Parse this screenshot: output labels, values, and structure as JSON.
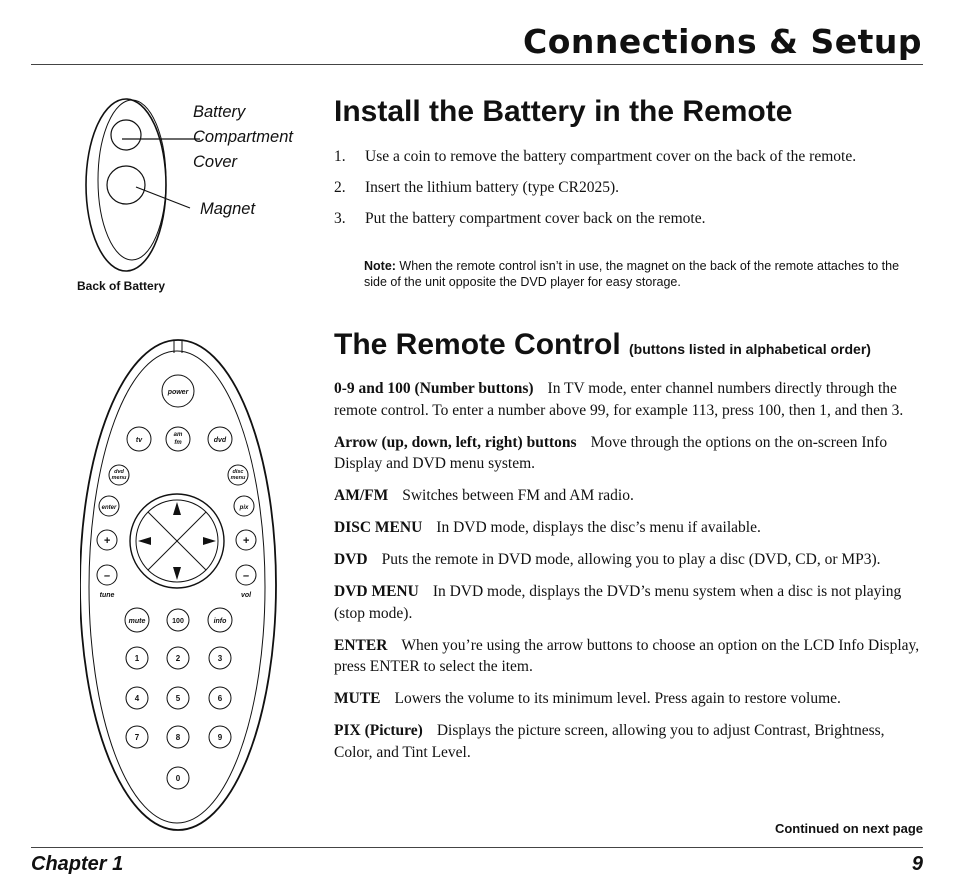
{
  "header": {
    "title": "Connections & Setup"
  },
  "battery_section": {
    "heading": "Install the Battery in the Remote",
    "steps": [
      {
        "num": "1.",
        "text": "Use a coin to remove the battery compartment cover on the back of the remote."
      },
      {
        "num": "2.",
        "text": "Insert the lithium battery (type CR2025)."
      },
      {
        "num": "3.",
        "text": "Put the battery compartment cover back on the remote."
      }
    ],
    "note_label": "Note:",
    "note_text": " When the remote control isn’t in use, the magnet on the back of the remote attaches to the side of the unit opposite the DVD player for easy storage."
  },
  "figure_back": {
    "callout_cover_1": "Battery",
    "callout_cover_2": "Compartment",
    "callout_cover_3": "Cover",
    "callout_magnet": "Magnet",
    "caption": "Back of Battery"
  },
  "remote_section": {
    "heading": "The Remote Control",
    "subheading": "(buttons listed in alphabetical order)",
    "items": [
      {
        "term": "0-9 and 100 (Number buttons)",
        "desc": "In TV mode, enter channel numbers directly through the remote control. To enter a number above 99, for example 113, press 100, then 1, and then 3."
      },
      {
        "term": "Arrow (up, down, left, right) buttons",
        "desc": "Move through the options on the on-screen Info Display and DVD menu system."
      },
      {
        "term": "AM/FM",
        "desc": "Switches between FM and AM radio."
      },
      {
        "term": "DISC MENU",
        "desc": "In DVD mode, displays the disc’s menu if available."
      },
      {
        "term": "DVD",
        "desc": "Puts the remote in DVD mode, allowing you to play a disc (DVD, CD, or MP3)."
      },
      {
        "term": "DVD MENU",
        "desc": "In DVD mode, displays the DVD’s menu system when a disc is not playing (stop mode)."
      },
      {
        "term": "ENTER",
        "desc": "When you’re using the arrow buttons to choose an option on the LCD Info Display, press ENTER to select the item."
      },
      {
        "term": "MUTE",
        "desc": "Lowers the volume to its minimum level. Press again to restore volume."
      },
      {
        "term": "PIX (Picture)",
        "desc": "Displays the picture screen, allowing you to adjust Contrast, Brightness, Color, and Tint Level."
      }
    ],
    "continued": "Continued on next page"
  },
  "remote_buttons": {
    "power": "power",
    "tv": "tv",
    "am": "am",
    "fm": "fm",
    "dvd": "dvd",
    "dvd_menu_1": "dvd",
    "dvd_menu_2": "menu",
    "disc_menu_1": "disc",
    "disc_menu_2": "menu",
    "enter": "enter",
    "pix": "pix",
    "plus": "+",
    "minus": "–",
    "tune": "tune",
    "vol": "vol",
    "mute": "mute",
    "hundred": "100",
    "info": "info",
    "n1": "1",
    "n2": "2",
    "n3": "3",
    "n4": "4",
    "n5": "5",
    "n6": "6",
    "n7": "7",
    "n8": "8",
    "n9": "9",
    "n0": "0"
  },
  "footer": {
    "chapter": "Chapter 1",
    "page": "9"
  }
}
